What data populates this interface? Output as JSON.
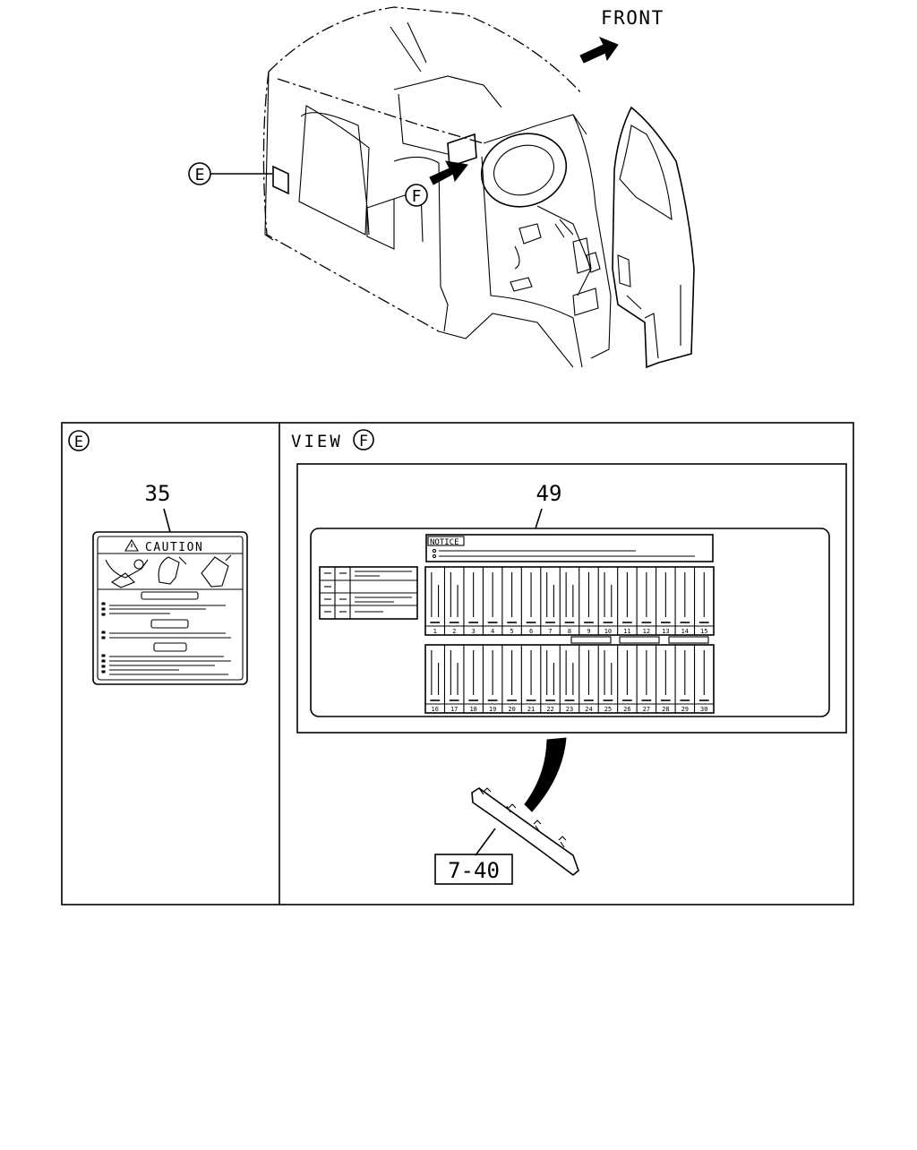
{
  "top_view": {
    "front_label": "FRONT",
    "callout_e": "E",
    "callout_f": "F"
  },
  "panel_e": {
    "callout": "E",
    "part_number": "35",
    "label_heading": "CAUTION"
  },
  "panel_f": {
    "view_text": "VIEW",
    "callout": "F",
    "part_number": "49",
    "notice_heading": "NOTICE",
    "fuse_numbers_row1": [
      "1",
      "2",
      "3",
      "4",
      "5",
      "6",
      "7",
      "8",
      "9",
      "10",
      "11",
      "12",
      "13",
      "14",
      "15"
    ],
    "fuse_numbers_row2": [
      "16",
      "17",
      "18",
      "19",
      "20",
      "21",
      "22",
      "23",
      "24",
      "25",
      "26",
      "27",
      "28",
      "29",
      "30"
    ],
    "ref_label": "7-40"
  }
}
